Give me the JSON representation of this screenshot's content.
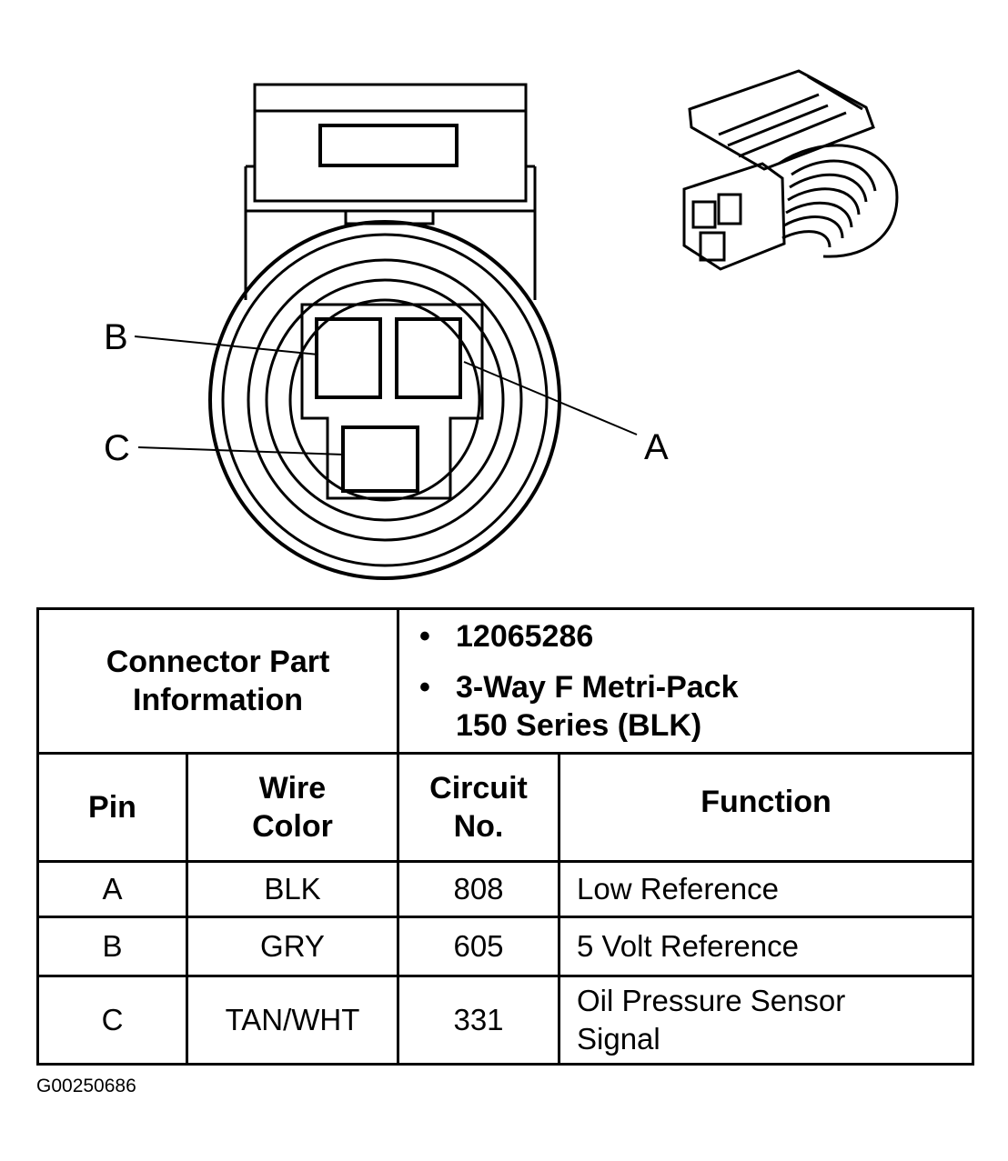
{
  "pins": {
    "a_label": "A",
    "b_label": "B",
    "c_label": "C"
  },
  "connector_info": {
    "label_line1": "Connector Part",
    "label_line2": "Information",
    "bullet": "•",
    "part_number": "12065286",
    "description_line1": "3-Way F Metri-Pack",
    "description_line2": "150 Series (BLK)"
  },
  "columns": {
    "pin": "Pin",
    "wire_color_line1": "Wire",
    "wire_color_line2": "Color",
    "circuit_line1": "Circuit",
    "circuit_line2": "No.",
    "function": "Function"
  },
  "rows": [
    {
      "pin": "A",
      "wire_color": "BLK",
      "circuit": "808",
      "function_line1": "Low Reference",
      "function_line2": ""
    },
    {
      "pin": "B",
      "wire_color": "GRY",
      "circuit": "605",
      "function_line1": "5 Volt Reference",
      "function_line2": ""
    },
    {
      "pin": "C",
      "wire_color": "TAN/WHT",
      "circuit": "331",
      "function_line1": "Oil Pressure Sensor",
      "function_line2": "Signal"
    }
  ],
  "figure_id": "G00250686"
}
